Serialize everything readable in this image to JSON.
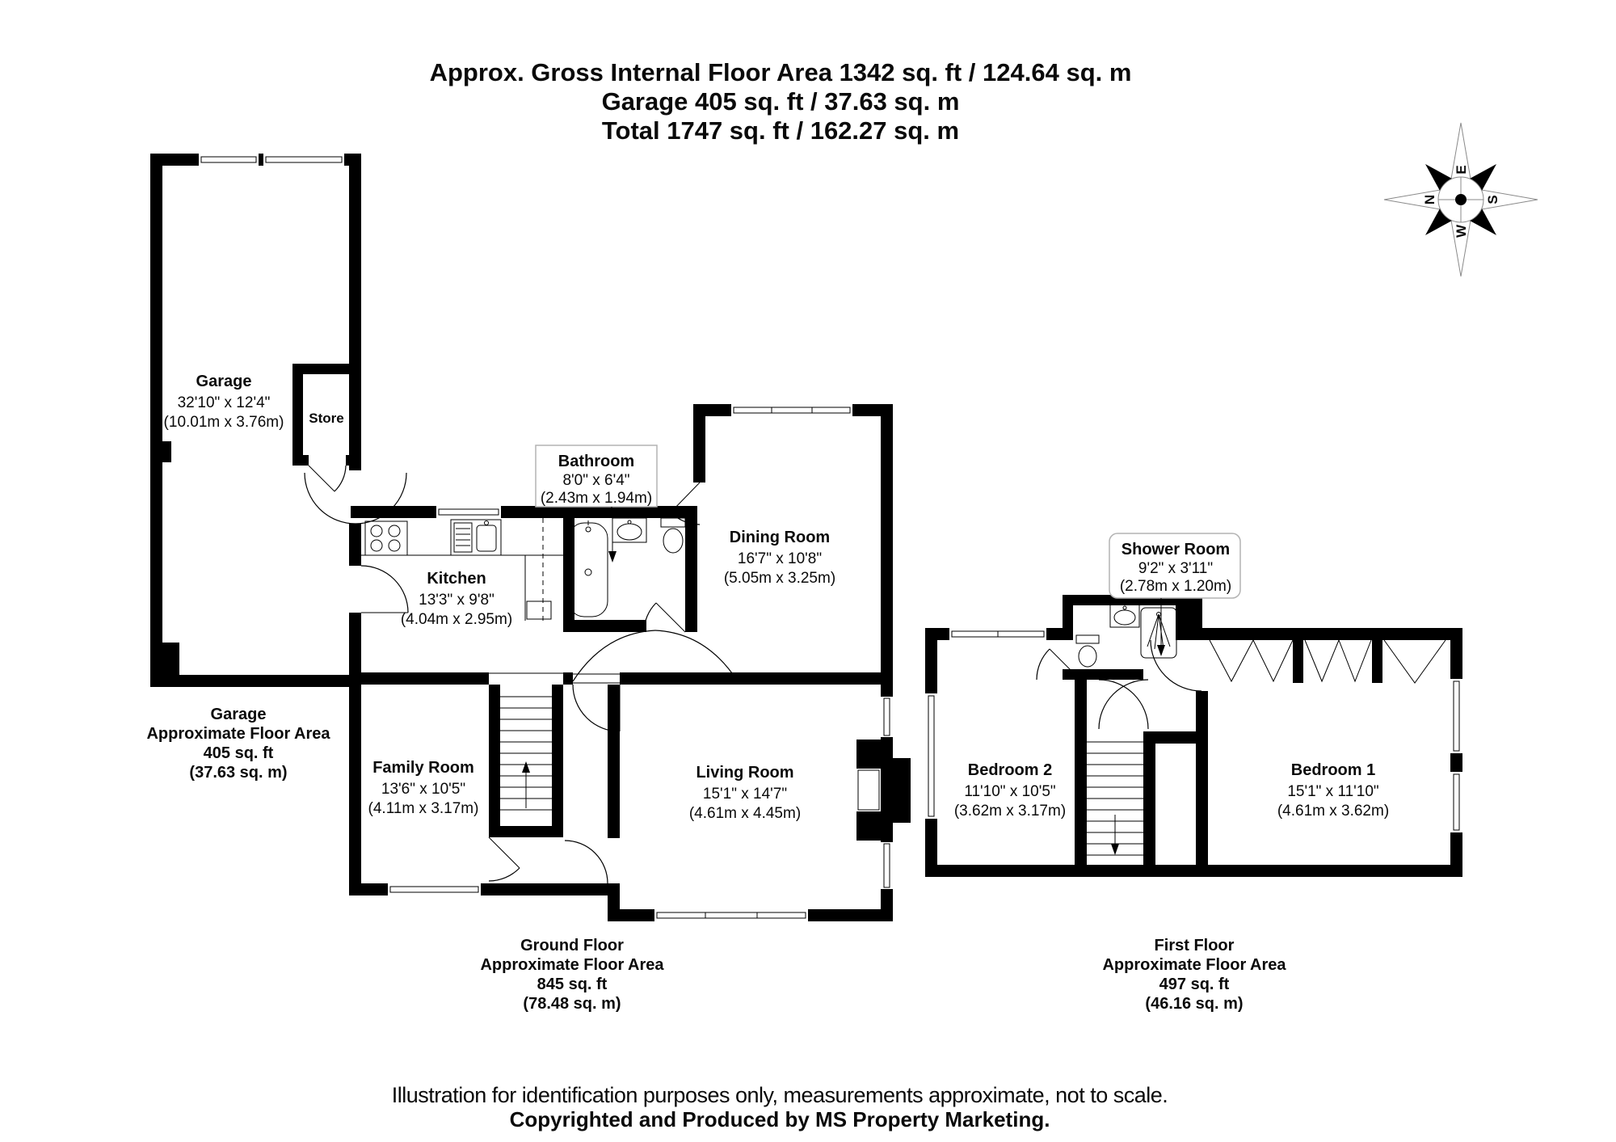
{
  "title": {
    "line1": "Approx. Gross Internal Floor Area 1342 sq. ft / 124.64 sq. m",
    "line2": "Garage 405 sq. ft / 37.63 sq. m",
    "line3": "Total 1747 sq. ft / 162.27 sq. m"
  },
  "compass": {
    "north": "N",
    "east": "E",
    "south": "S",
    "west": "W"
  },
  "rooms": {
    "garage": {
      "name": "Garage",
      "dims_ft": "32'10\" x 12'4\"",
      "dims_m": "(10.01m x 3.76m)"
    },
    "store": {
      "name": "Store"
    },
    "kitchen": {
      "name": "Kitchen",
      "dims_ft": "13'3\" x 9'8\"",
      "dims_m": "(4.04m x 2.95m)"
    },
    "bathroom": {
      "name": "Bathroom",
      "dims_ft": "8'0\" x 6'4\"",
      "dims_m": "(2.43m x 1.94m)"
    },
    "dining_room": {
      "name": "Dining Room",
      "dims_ft": "16'7\" x 10'8\"",
      "dims_m": "(5.05m x 3.25m)"
    },
    "family_room": {
      "name": "Family Room",
      "dims_ft": "13'6\" x 10'5\"",
      "dims_m": "(4.11m x 3.17m)"
    },
    "living_room": {
      "name": "Living Room",
      "dims_ft": "15'1\" x 14'7\"",
      "dims_m": "(4.61m x 4.45m)"
    },
    "shower_room": {
      "name": "Shower Room",
      "dims_ft": "9'2\" x 3'11\"",
      "dims_m": "(2.78m x 1.20m)"
    },
    "bedroom2": {
      "name": "Bedroom 2",
      "dims_ft": "11'10\" x 10'5\"",
      "dims_m": "(3.62m x 3.17m)"
    },
    "bedroom1": {
      "name": "Bedroom 1",
      "dims_ft": "15'1\" x 11'10\"",
      "dims_m": "(4.61m x 3.62m)"
    }
  },
  "areas": {
    "garage": {
      "line1": "Garage",
      "line2": "Approximate Floor Area",
      "line3": "405 sq. ft",
      "line4": "(37.63 sq. m)"
    },
    "ground_floor": {
      "line1": "Ground Floor",
      "line2": "Approximate Floor Area",
      "line3": "845 sq. ft",
      "line4": "(78.48 sq. m)"
    },
    "first_floor": {
      "line1": "First Floor",
      "line2": "Approximate Floor Area",
      "line3": "497 sq. ft",
      "line4": "(46.16 sq. m)"
    }
  },
  "footer": {
    "line1": "Illustration for identification purposes only, measurements approximate, not to scale.",
    "line2": "Copyrighted  and Produced by MS Property Marketing."
  },
  "colors": {
    "wall": "#000000",
    "background": "#ffffff",
    "label_box_border": "#b3b3b3"
  }
}
